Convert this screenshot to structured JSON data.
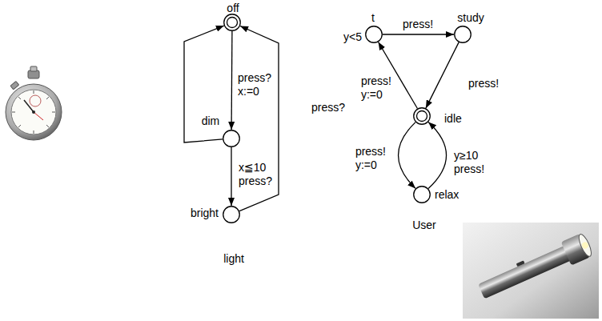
{
  "diagram": {
    "nodes": [
      {
        "text": [
          "off"
        ]
      },
      {
        "text": [
          "dim"
        ]
      },
      {
        "text": [
          "bright"
        ]
      },
      {
        "text": [
          "t",
          "y<5"
        ]
      },
      {
        "text": [
          "study"
        ]
      },
      {
        "text": [
          "idle"
        ]
      },
      {
        "text": [
          "relax"
        ]
      }
    ],
    "edges": [
      {
        "from": 0,
        "to": 1,
        "arrow": "to",
        "label": "press? x:=0"
      },
      {
        "from": 1,
        "to": 0,
        "arrow": "to"
      },
      {
        "from": 1,
        "to": 2,
        "arrow": "to",
        "label": "x≦10 press?"
      },
      {
        "from": 2,
        "to": 0,
        "arrow": "to",
        "label": "press?"
      },
      {
        "from": 3,
        "to": 4,
        "arrow": "to",
        "label": "press!"
      },
      {
        "from": 4,
        "to": 5,
        "arrow": "to",
        "label": "press!"
      },
      {
        "from": 5,
        "to": 3,
        "arrow": "to",
        "label": "press! y:=0"
      },
      {
        "from": 5,
        "to": 6,
        "arrow": "to",
        "label": "press! y:=0"
      },
      {
        "from": 6,
        "to": 5,
        "arrow": "to",
        "label": "y≥10 press!"
      }
    ],
    "labels": [
      "light",
      "User"
    ]
  }
}
